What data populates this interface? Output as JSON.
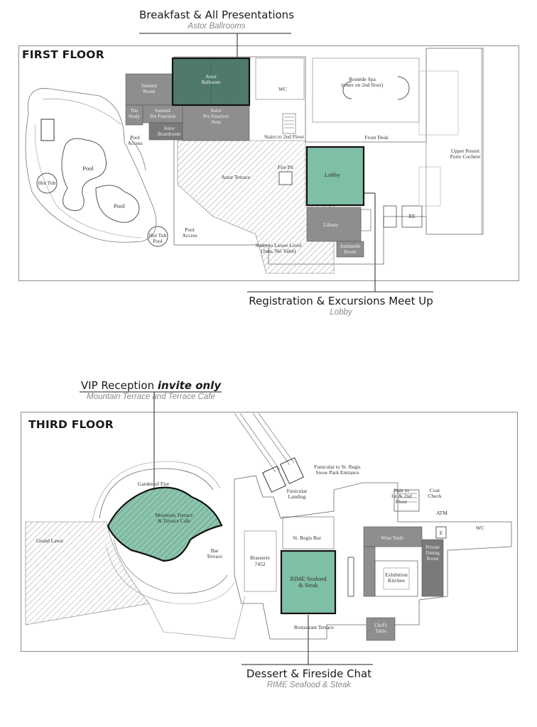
{
  "callouts": {
    "breakfast": {
      "title": "Breakfast & All Presentations",
      "subtitle": "Astor Ballrooms"
    },
    "registration": {
      "title": "Registration & Excursions Meet Up",
      "subtitle": "Lobby"
    },
    "vip": {
      "title": "VIP Reception",
      "title_emphasis": "invite only",
      "subtitle": "Mountain Terrace and Terrace Cafe"
    },
    "dessert": {
      "title": "Dessert & Fireside Chat",
      "subtitle": "RIME Seafood & Steak"
    }
  },
  "first_floor": {
    "heading": "FIRST FLOOR",
    "labels": {
      "summit_room": [
        "Summit",
        "Room"
      ],
      "the_study": [
        "The",
        "Study"
      ],
      "summit_pre_function": [
        "Summit",
        "Pre Function"
      ],
      "astor_boardroom": [
        "Astor",
        "Boardroom"
      ],
      "astor_ballroom": [
        "Astor",
        "Ballroom"
      ],
      "astor_pre_function": [
        "Astor",
        "Pre Function",
        "Area"
      ],
      "wc": "WC",
      "remede_spa": [
        "Remède Spa",
        "(enter on 2nd floor)"
      ],
      "stairs_2nd": "Stairs to 2nd Floor",
      "front_desk": "Front Desk",
      "upper_resort": [
        "Upper Resort",
        "Porte Cochere"
      ],
      "pool_access_1": [
        "Pool",
        "Access"
      ],
      "pool_1": "Pool",
      "pool_2": "Pool",
      "hot_tub_1": "Hot Tub",
      "hot_tub_2": [
        "Hot Tub",
        "Pool"
      ],
      "pool_access_2": [
        "Pool",
        "Access"
      ],
      "astor_terrace": "Astor Terrace",
      "fire_pit": "Fire Pit",
      "lobby": "Lobby",
      "library": "Library",
      "stairs_lower": [
        "Stairs to Lower Level",
        "(Jans, Ski Valet)"
      ],
      "jordanelle_room": [
        "Jordanelle",
        "Room"
      ],
      "re": "RE"
    }
  },
  "third_floor": {
    "heading": "THIRD FLOOR",
    "labels": {
      "garden_of_fire": "Garden of Fire",
      "mountain_terrace": [
        "Mountain Terrace",
        "& Terrace Cafe"
      ],
      "grand_lawn": "Grand Lawn",
      "funicular_st_regis": [
        "Funicular to St. Regis",
        "Snow Park Entrance"
      ],
      "funicular_landing": [
        "Funicular",
        "Landing"
      ],
      "stair_floors": [
        "Stair to",
        "1st & 2nd",
        "Floor"
      ],
      "coat_check": [
        "Coat",
        "Check"
      ],
      "atm": "ATM",
      "wc": "WC",
      "st_regis_bar": "St. Regis Bar",
      "wine_vault": "Wine Vault",
      "private_dining": [
        "Private",
        "Dining",
        "Room"
      ],
      "bar_terrace": [
        "Bar",
        "Terrace"
      ],
      "brasserie": [
        "Brasserie",
        "7452"
      ],
      "rime": [
        "RIME Seafood",
        "& Steak"
      ],
      "exhibition_kitchen": [
        "Exhibition",
        "Kitchen"
      ],
      "restaurant_terrace": "Restaurant Terrace",
      "chefs_table": [
        "Chef's",
        "Table"
      ],
      "e": "E"
    }
  },
  "colors": {
    "highlight_green": "#7fbfa6",
    "highlight_dark": "#4f7a6a",
    "room_gray": "#8e8e8e",
    "room_dark": "#6e6e6e",
    "outline": "#111111"
  }
}
